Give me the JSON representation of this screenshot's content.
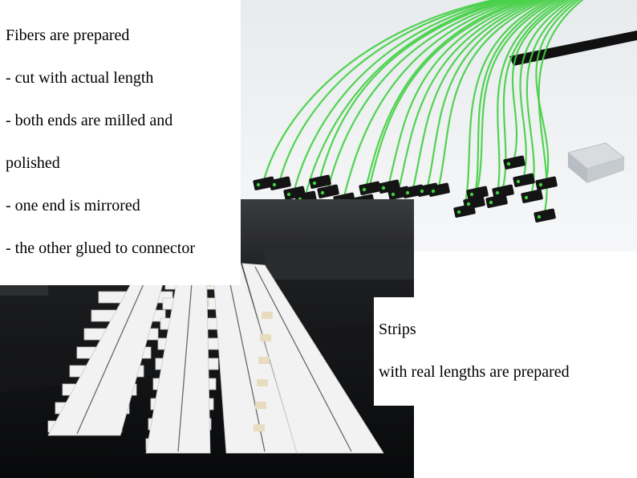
{
  "fibers_caption": {
    "lines": [
      "Fibers are prepared",
      "- cut with actual length",
      "- both ends are milled and",
      "polished",
      "- one end is mirrored",
      "- the other glued to connector"
    ]
  },
  "strips_caption": {
    "lines": [
      "Strips",
      "with real lengths are prepared"
    ]
  },
  "photos": {
    "fibers_photo": {
      "subject": "fiber-bundle-with-connectors",
      "fiber_color": "#3fcf3f"
    },
    "strips_photo": {
      "subject": "white-scintillator-strips-on-black-table",
      "strip_color": "#f2f2f2"
    }
  }
}
